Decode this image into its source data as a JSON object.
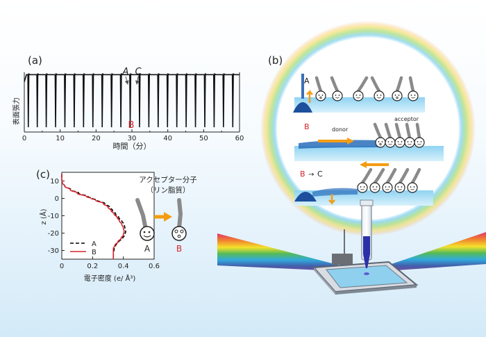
{
  "panel_a": {
    "label": "(a)",
    "ylabel": "表面張力",
    "xlabel": "時間（分）",
    "marker_a": "A",
    "marker_c": "C",
    "marker_b": "B",
    "colors": {
      "trace": "#111111",
      "marker_b": "#d4232b",
      "arrows": "#555555"
    }
  },
  "panel_b": {
    "label": "(b)",
    "stage1": {
      "label": "A"
    },
    "stage2": {
      "label": "B",
      "donor": "donor",
      "acceptor": "acceptor"
    },
    "stage3": {
      "label_from": "B",
      "arrow": "→",
      "label_to": "C"
    },
    "colors": {
      "orange": "#f39c12",
      "water": "#2a6ebb",
      "bubble": "#1d4f9c",
      "tail": "#888888"
    }
  },
  "panel_c": {
    "label": "(c)",
    "annotation_line1": "アクセプター分子",
    "annotation_line2": "（リン脂質）",
    "molecule_a": "A",
    "molecule_b": "B"
  },
  "chart_data": [
    {
      "type": "line",
      "xlabel": "時間（分）",
      "ylabel": "表面張力",
      "xlim": [
        0,
        60
      ],
      "xticks": [
        0,
        10,
        20,
        30,
        40,
        50,
        60
      ],
      "plateau_level": 0.96,
      "dip_level": 0.08,
      "dip_times": [
        1,
        3.5,
        6,
        8.6,
        11.2,
        13.8,
        16.4,
        19,
        21.6,
        24.2,
        26.8,
        29.4,
        32,
        34.6,
        37.2,
        39.8,
        42.4,
        45,
        47.6,
        50.2,
        52.8,
        55.4,
        58
      ],
      "annotations": [
        {
          "text": "A",
          "x": 28.5
        },
        {
          "text": "C",
          "x": 31.5
        },
        {
          "text": "B",
          "x": 30
        }
      ]
    },
    {
      "type": "line",
      "xlabel": "電子密度 (e/ Å³)",
      "ylabel": "z (Å)",
      "xlim": [
        0,
        0.6
      ],
      "ylim": [
        -35,
        15
      ],
      "xticks": [
        0,
        0.2,
        0.4,
        0.6
      ],
      "yticks": [
        10,
        0,
        -10,
        -20,
        -30
      ],
      "series": [
        {
          "name": "A",
          "style": "dashed",
          "color": "#000000",
          "z": [
            14,
            11,
            9,
            7,
            5,
            3,
            1,
            0,
            -1,
            -3,
            -5,
            -7,
            -9,
            -11,
            -13,
            -15,
            -17,
            -19,
            -21,
            -23,
            -25,
            -27,
            -29,
            -32,
            -35
          ],
          "density": [
            0.0,
            0.0,
            0.003,
            0.02,
            0.06,
            0.11,
            0.17,
            0.2,
            0.23,
            0.28,
            0.31,
            0.33,
            0.35,
            0.37,
            0.39,
            0.405,
            0.41,
            0.415,
            0.41,
            0.395,
            0.37,
            0.35,
            0.34,
            0.335,
            0.335
          ]
        },
        {
          "name": "B",
          "style": "solid",
          "color": "#d4232b",
          "z": [
            14,
            11,
            9,
            7,
            5,
            3,
            1,
            0,
            -1,
            -3,
            -5,
            -7,
            -9,
            -11,
            -13,
            -15,
            -17,
            -19,
            -21,
            -23,
            -25,
            -27,
            -29,
            -32,
            -35
          ],
          "density": [
            0.0,
            0.0,
            0.003,
            0.02,
            0.055,
            0.1,
            0.16,
            0.19,
            0.22,
            0.27,
            0.3,
            0.32,
            0.34,
            0.36,
            0.375,
            0.39,
            0.4,
            0.405,
            0.4,
            0.385,
            0.365,
            0.345,
            0.335,
            0.335,
            0.335
          ]
        }
      ],
      "legend": "bottom-left"
    }
  ]
}
